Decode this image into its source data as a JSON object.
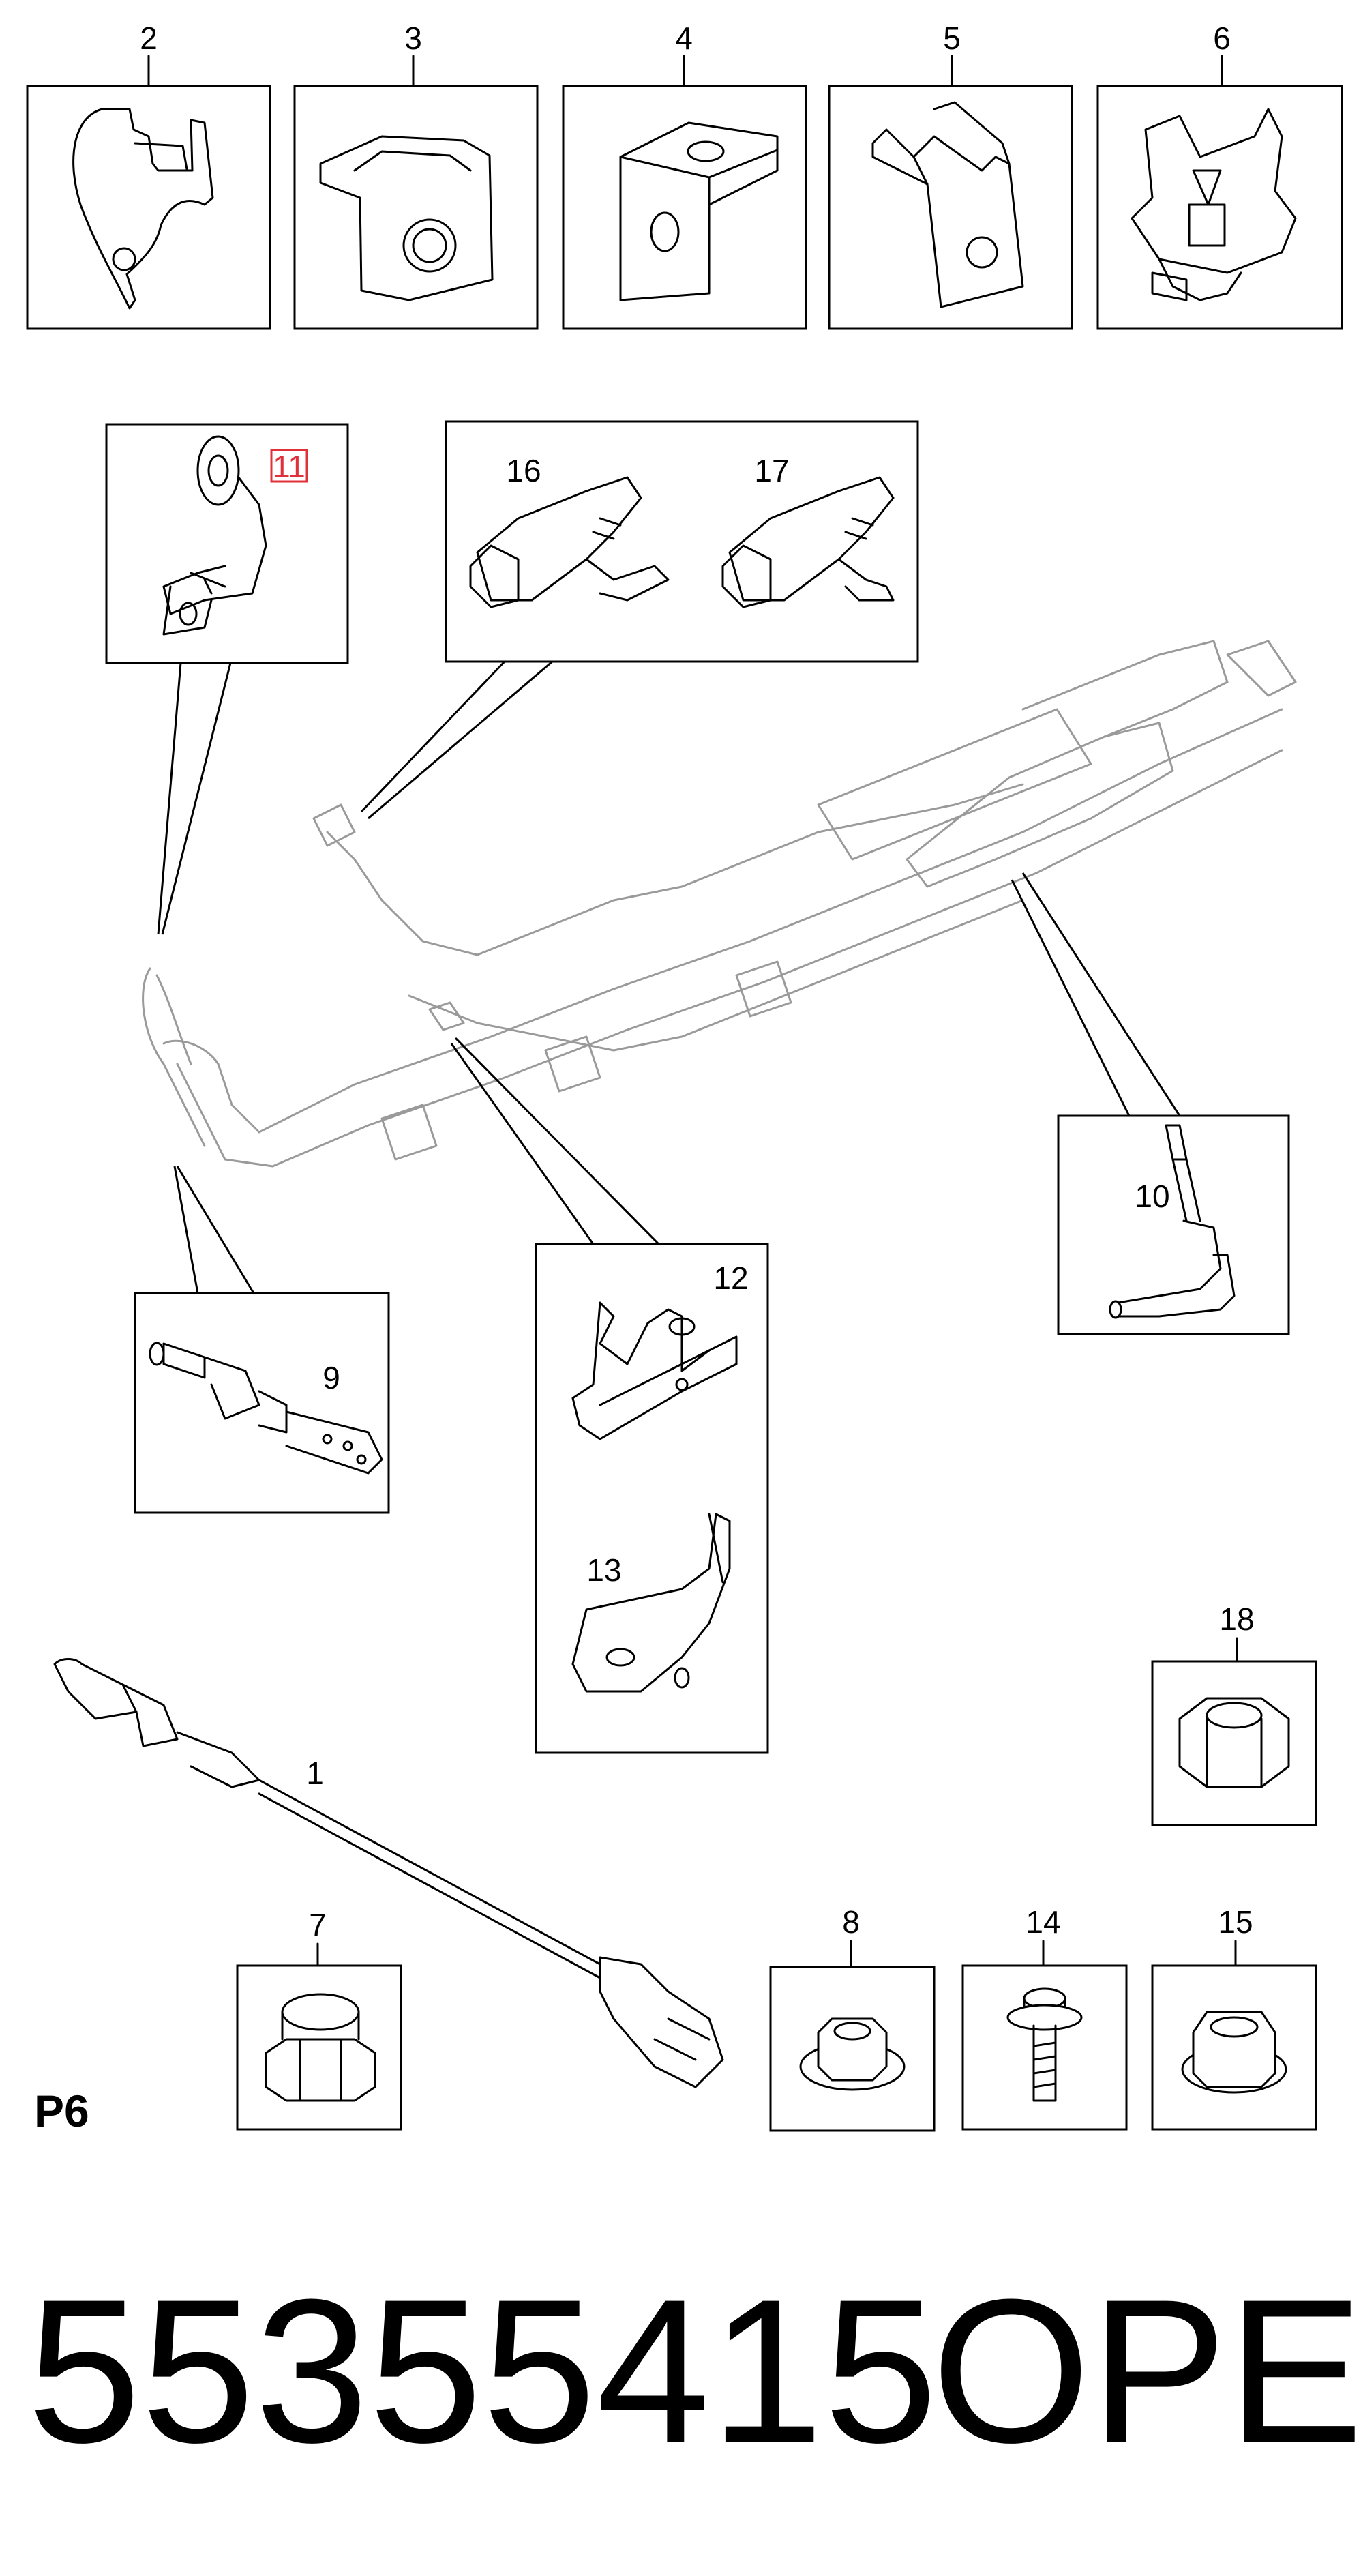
{
  "sheet_code": "P6",
  "part_number": "55355415",
  "brand": "OPEL",
  "highlighted_callout": "11",
  "highlight_color": "#e0303a",
  "callouts": {
    "c1": "1",
    "c2": "2",
    "c3": "3",
    "c4": "4",
    "c5": "5",
    "c6": "6",
    "c7": "7",
    "c8": "8",
    "c9": "9",
    "c10": "10",
    "c11": "11",
    "c12": "12",
    "c13": "13",
    "c14": "14",
    "c15": "15",
    "c16": "16",
    "c17": "17",
    "c18": "18"
  }
}
